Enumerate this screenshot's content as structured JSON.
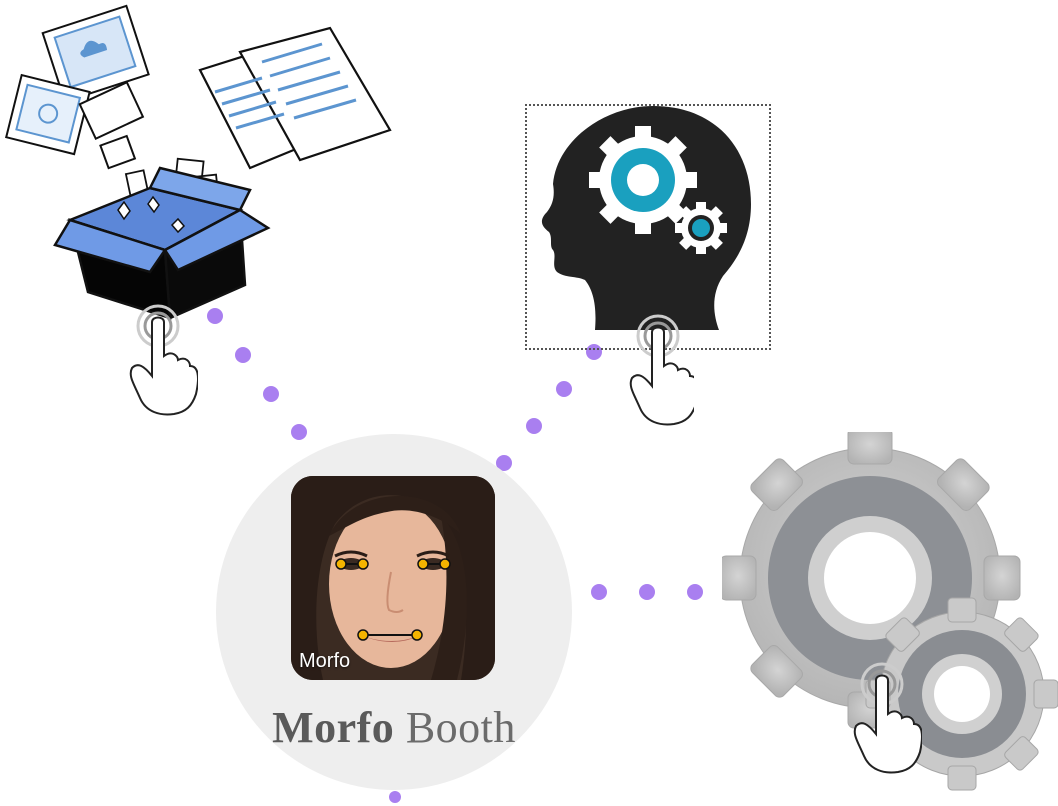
{
  "app": {
    "icon_caption": "Morfo",
    "title_bold": "Morfo",
    "title_light": "Booth"
  },
  "nodes": [
    {
      "name": "files-box",
      "icon": "open-box-with-documents-icon"
    },
    {
      "name": "ai-head",
      "icon": "head-with-gears-icon"
    },
    {
      "name": "settings",
      "icon": "gears-settings-icon"
    }
  ],
  "gesture": {
    "icon": "tap-hand-icon"
  },
  "colors": {
    "connector_dot": "#a97ff0",
    "box_blue": "#6f9ae6",
    "gear_teal": "#1aa0bf",
    "head_dark": "#222222",
    "gear_gray": "#8e9196",
    "disc_bg": "#eeeeee"
  }
}
